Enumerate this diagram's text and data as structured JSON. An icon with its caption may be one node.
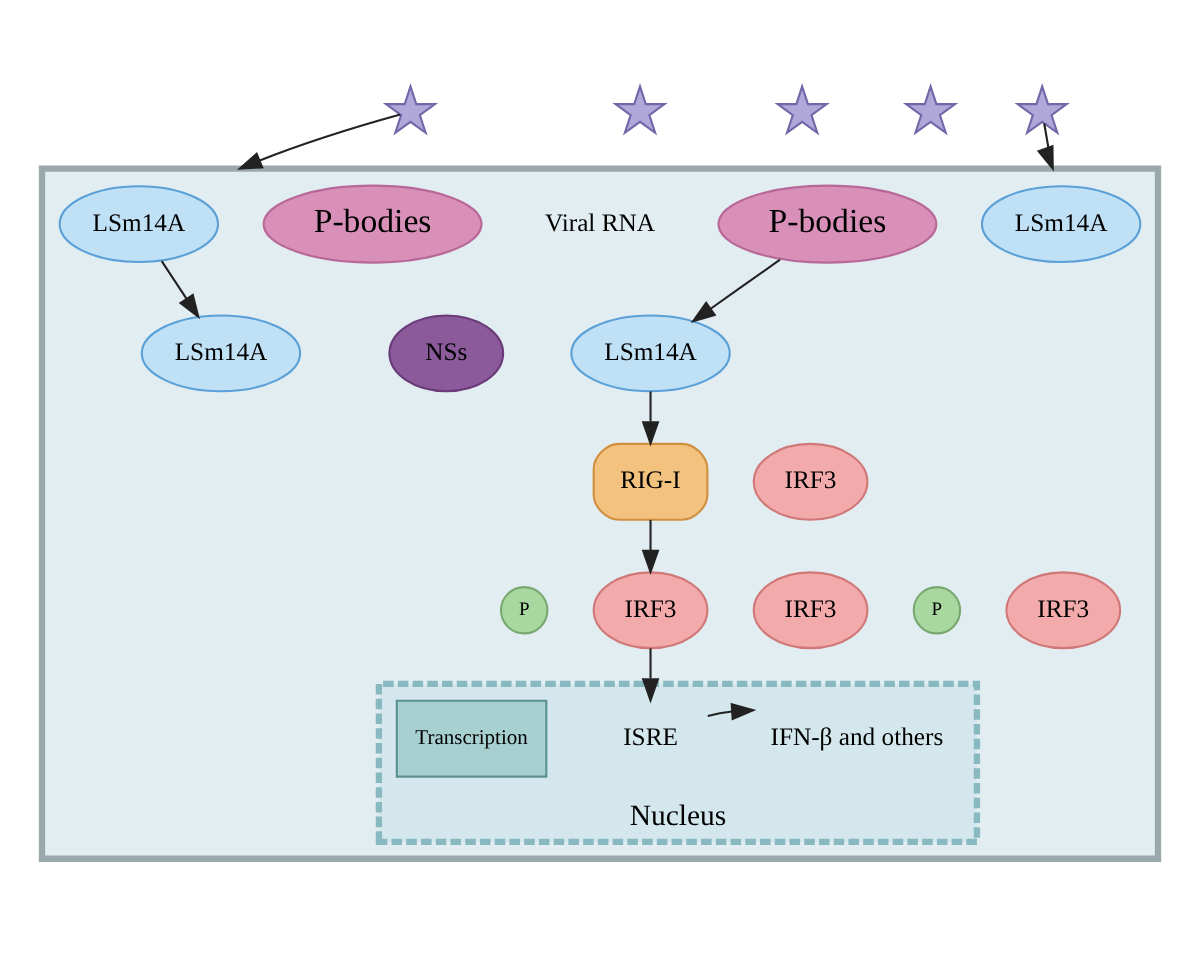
{
  "diagram": {
    "nodes": [
      {
        "text": [],
        "shape": "picture"
      },
      {
        "text": [],
        "shape": "picture"
      },
      {
        "text": [],
        "shape": "picture"
      },
      {
        "text": [],
        "shape": "picture"
      },
      {
        "text": [],
        "shape": "picture"
      },
      {
        "text": [],
        "shape": "box"
      },
      {
        "text": [
          "LSm14A"
        ],
        "in": 5
      },
      {
        "text": [
          "P-bodies"
        ],
        "in": 5
      },
      {
        "text": [
          "LSm14A"
        ],
        "in": 5
      },
      {
        "text": [
          "P-bodies"
        ],
        "in": 5
      },
      {
        "text": [
          "LSm14A"
        ],
        "in": 5
      },
      {
        "text": [
          "NSs"
        ],
        "in": 5
      },
      {
        "text": [
          "LSm14A"
        ],
        "in": 5
      },
      {
        "text": [
          "RIG-I"
        ],
        "in": 5
      },
      {
        "text": [
          "P"
        ],
        "in": 5
      },
      {
        "text": [
          "IRF3"
        ],
        "in": 5
      },
      {
        "text": [
          "IRF3"
        ],
        "in": 5
      },
      {
        "text": [
          "P"
        ],
        "in": 5
      },
      {
        "text": [
          "IRF3"
        ],
        "in": 5
      },
      {
        "text": [
          "IRF3"
        ],
        "in": 5
      },
      {
        "text": [
          "Nucleus"
        ],
        "in": 5
      },
      {
        "text": [
          "ISRE"
        ],
        "in": 20
      },
      {
        "text": [
          "IFN-β and others"
        ],
        "in": 20
      },
      {
        "text": [
          "Transcription"
        ],
        "in": 20
      }
    ],
    "edges": [
      {
        "from": 0,
        "to": 5,
        "arrow": "to"
      },
      {
        "from": 4,
        "to": 5,
        "arrow": "to"
      },
      {
        "from": 6,
        "to": 10,
        "arrow": "to"
      },
      {
        "from": 9,
        "to": 12,
        "arrow": "to"
      },
      {
        "from": 12,
        "to": 13,
        "arrow": "to"
      },
      {
        "from": 13,
        "to": 15,
        "arrow": "to"
      },
      {
        "from": 15,
        "to": 21,
        "arrow": "to"
      },
      {
        "from": 21,
        "to": 22,
        "arrow": "to"
      }
    ],
    "labels": [
      "Viral RNA"
    ]
  }
}
